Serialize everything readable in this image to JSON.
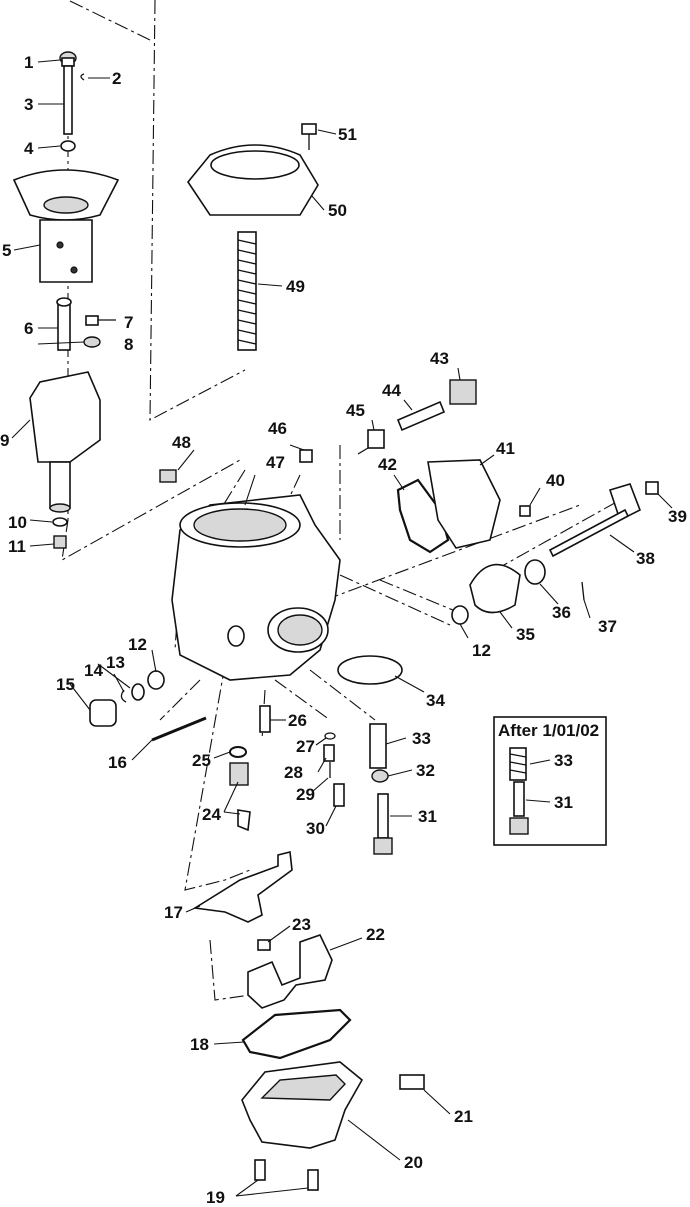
{
  "diagram": {
    "labels": [
      "1",
      "2",
      "3",
      "4",
      "5",
      "6",
      "7",
      "8",
      "9",
      "10",
      "11",
      "12",
      "13",
      "14",
      "15",
      "16",
      "17",
      "18",
      "19",
      "20",
      "21",
      "22",
      "23",
      "24",
      "25",
      "26",
      "27",
      "28",
      "29",
      "30",
      "31",
      "32",
      "33",
      "34",
      "35",
      "36",
      "37",
      "38",
      "39",
      "40",
      "41",
      "42",
      "43",
      "44",
      "45",
      "46",
      "47",
      "48",
      "49",
      "50",
      "51"
    ],
    "label_12_second": "12",
    "inset": {
      "title": "After 1/01/02",
      "labels": [
        "33",
        "31"
      ]
    }
  }
}
